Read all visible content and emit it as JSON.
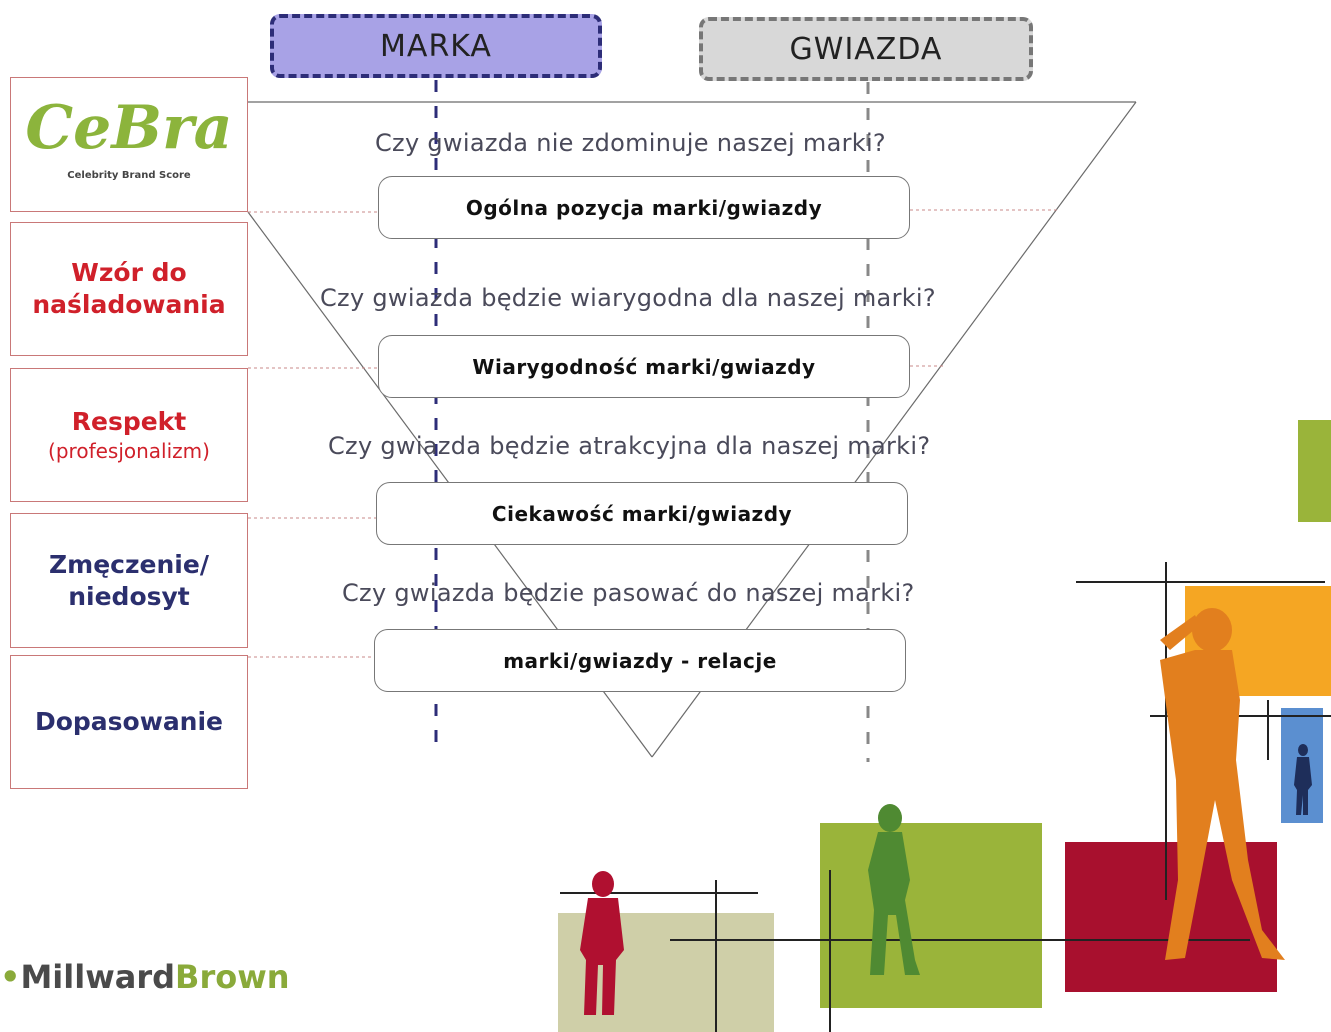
{
  "header": {
    "marka": "MARKA",
    "gwiazda": "GWIAZDA"
  },
  "logo": {
    "name": "CeBra",
    "subtitle": "Celebrity Brand Score"
  },
  "sidebar": {
    "items": [
      {
        "line1": "Wzór do",
        "line2": "naśladowania"
      },
      {
        "line1": "Respekt",
        "line2": "(profesjonalizm)"
      },
      {
        "line1": "Zmęczenie/",
        "line2": "niedosyt"
      },
      {
        "line1": "Dopasowanie"
      }
    ]
  },
  "questions": [
    "Czy gwiazda nie zdominuje naszej marki?",
    "Czy gwiazda będzie wiarygodna dla naszej marki?",
    "Czy gwiazda będzie atrakcyjna dla naszej marki?",
    "Czy gwiazda będzie pasować do naszej marki?"
  ],
  "stages": [
    "Ogólna pozycja marki/gwiazdy",
    "Wiarygodność marki/gwiazdy",
    "Ciekawość marki/gwiazdy",
    "marki/gwiazdy - relacje"
  ],
  "footer": {
    "millward": "Millward",
    "brown": "Brown"
  },
  "colors": {
    "marka_fill": "#a8a2e6",
    "gwiazda_fill": "#d8d8d8",
    "accent_red": "#d0202a",
    "accent_navy": "#2b2f6e",
    "cebra_green": "#8cb43c",
    "deco_green": "#9ab43a",
    "deco_orange": "#f5a623",
    "deco_crimson": "#a8102e",
    "deco_khaki": "#cfcfa8",
    "deco_blue": "#5b8fd0"
  }
}
